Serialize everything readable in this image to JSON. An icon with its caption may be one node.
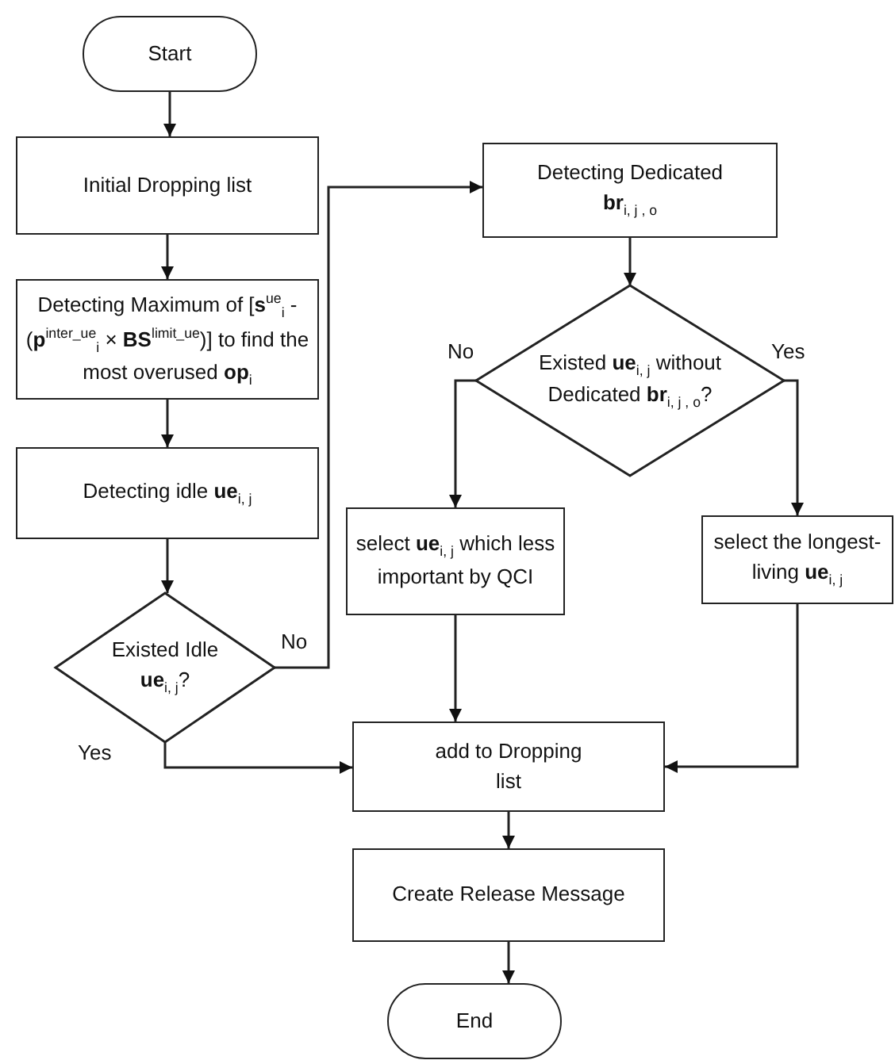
{
  "diagram": {
    "nodes": [
      {
        "text": [
          "Start"
        ]
      },
      {
        "text": [
          "Initial Dropping list"
        ]
      },
      {
        "text": [
          "Detecting Maximum of [**s**$^{ue}$$_{i}$ - (**p**$^{inter_ue}$$_{i}$ × **BS**$^{limit_ue}$)] to find the most overused **op**$_{i}$"
        ]
      },
      {
        "text": [
          "Detecting idle **ue**$_{i, j}$"
        ]
      },
      {
        "text": [
          "Existed Idle **ue**$_{i, j}$?"
        ]
      },
      {
        "text": [
          "Detecting Dedicated **br**$_{i, j , o}$"
        ]
      },
      {
        "text": [
          "Existed **ue**$_{i, j}$ without Dedicated **br**$_{i, j , o}$?"
        ]
      },
      {
        "text": [
          "select **ue**$_{i, j}$ which less important by QCI"
        ]
      },
      {
        "text": [
          "select the longest-living **ue**$_{i, j}$"
        ]
      },
      {
        "text": [
          "add to Dropping list"
        ]
      },
      {
        "text": [
          "Create Release Message"
        ]
      },
      {
        "text": [
          "End"
        ]
      }
    ],
    "edges": [
      {
        "from": 0,
        "to": 1,
        "arrow": "to"
      },
      {
        "from": 1,
        "to": 2,
        "arrow": "to"
      },
      {
        "from": 2,
        "to": 3,
        "arrow": "to"
      },
      {
        "from": 3,
        "to": 4,
        "arrow": "to"
      },
      {
        "from": 4,
        "to": 5,
        "arrow": "to",
        "label": "No"
      },
      {
        "from": 4,
        "to": 9,
        "arrow": "to",
        "label": "Yes"
      },
      {
        "from": 5,
        "to": 6,
        "arrow": "to"
      },
      {
        "from": 6,
        "to": 7,
        "arrow": "to",
        "label": "No"
      },
      {
        "from": 6,
        "to": 8,
        "arrow": "to",
        "label": "Yes"
      },
      {
        "from": 7,
        "to": 9,
        "arrow": "to"
      },
      {
        "from": 8,
        "to": 9,
        "arrow": "to"
      },
      {
        "from": 9,
        "to": 10,
        "arrow": "to"
      },
      {
        "from": 10,
        "to": 11,
        "arrow": "to"
      }
    ]
  }
}
